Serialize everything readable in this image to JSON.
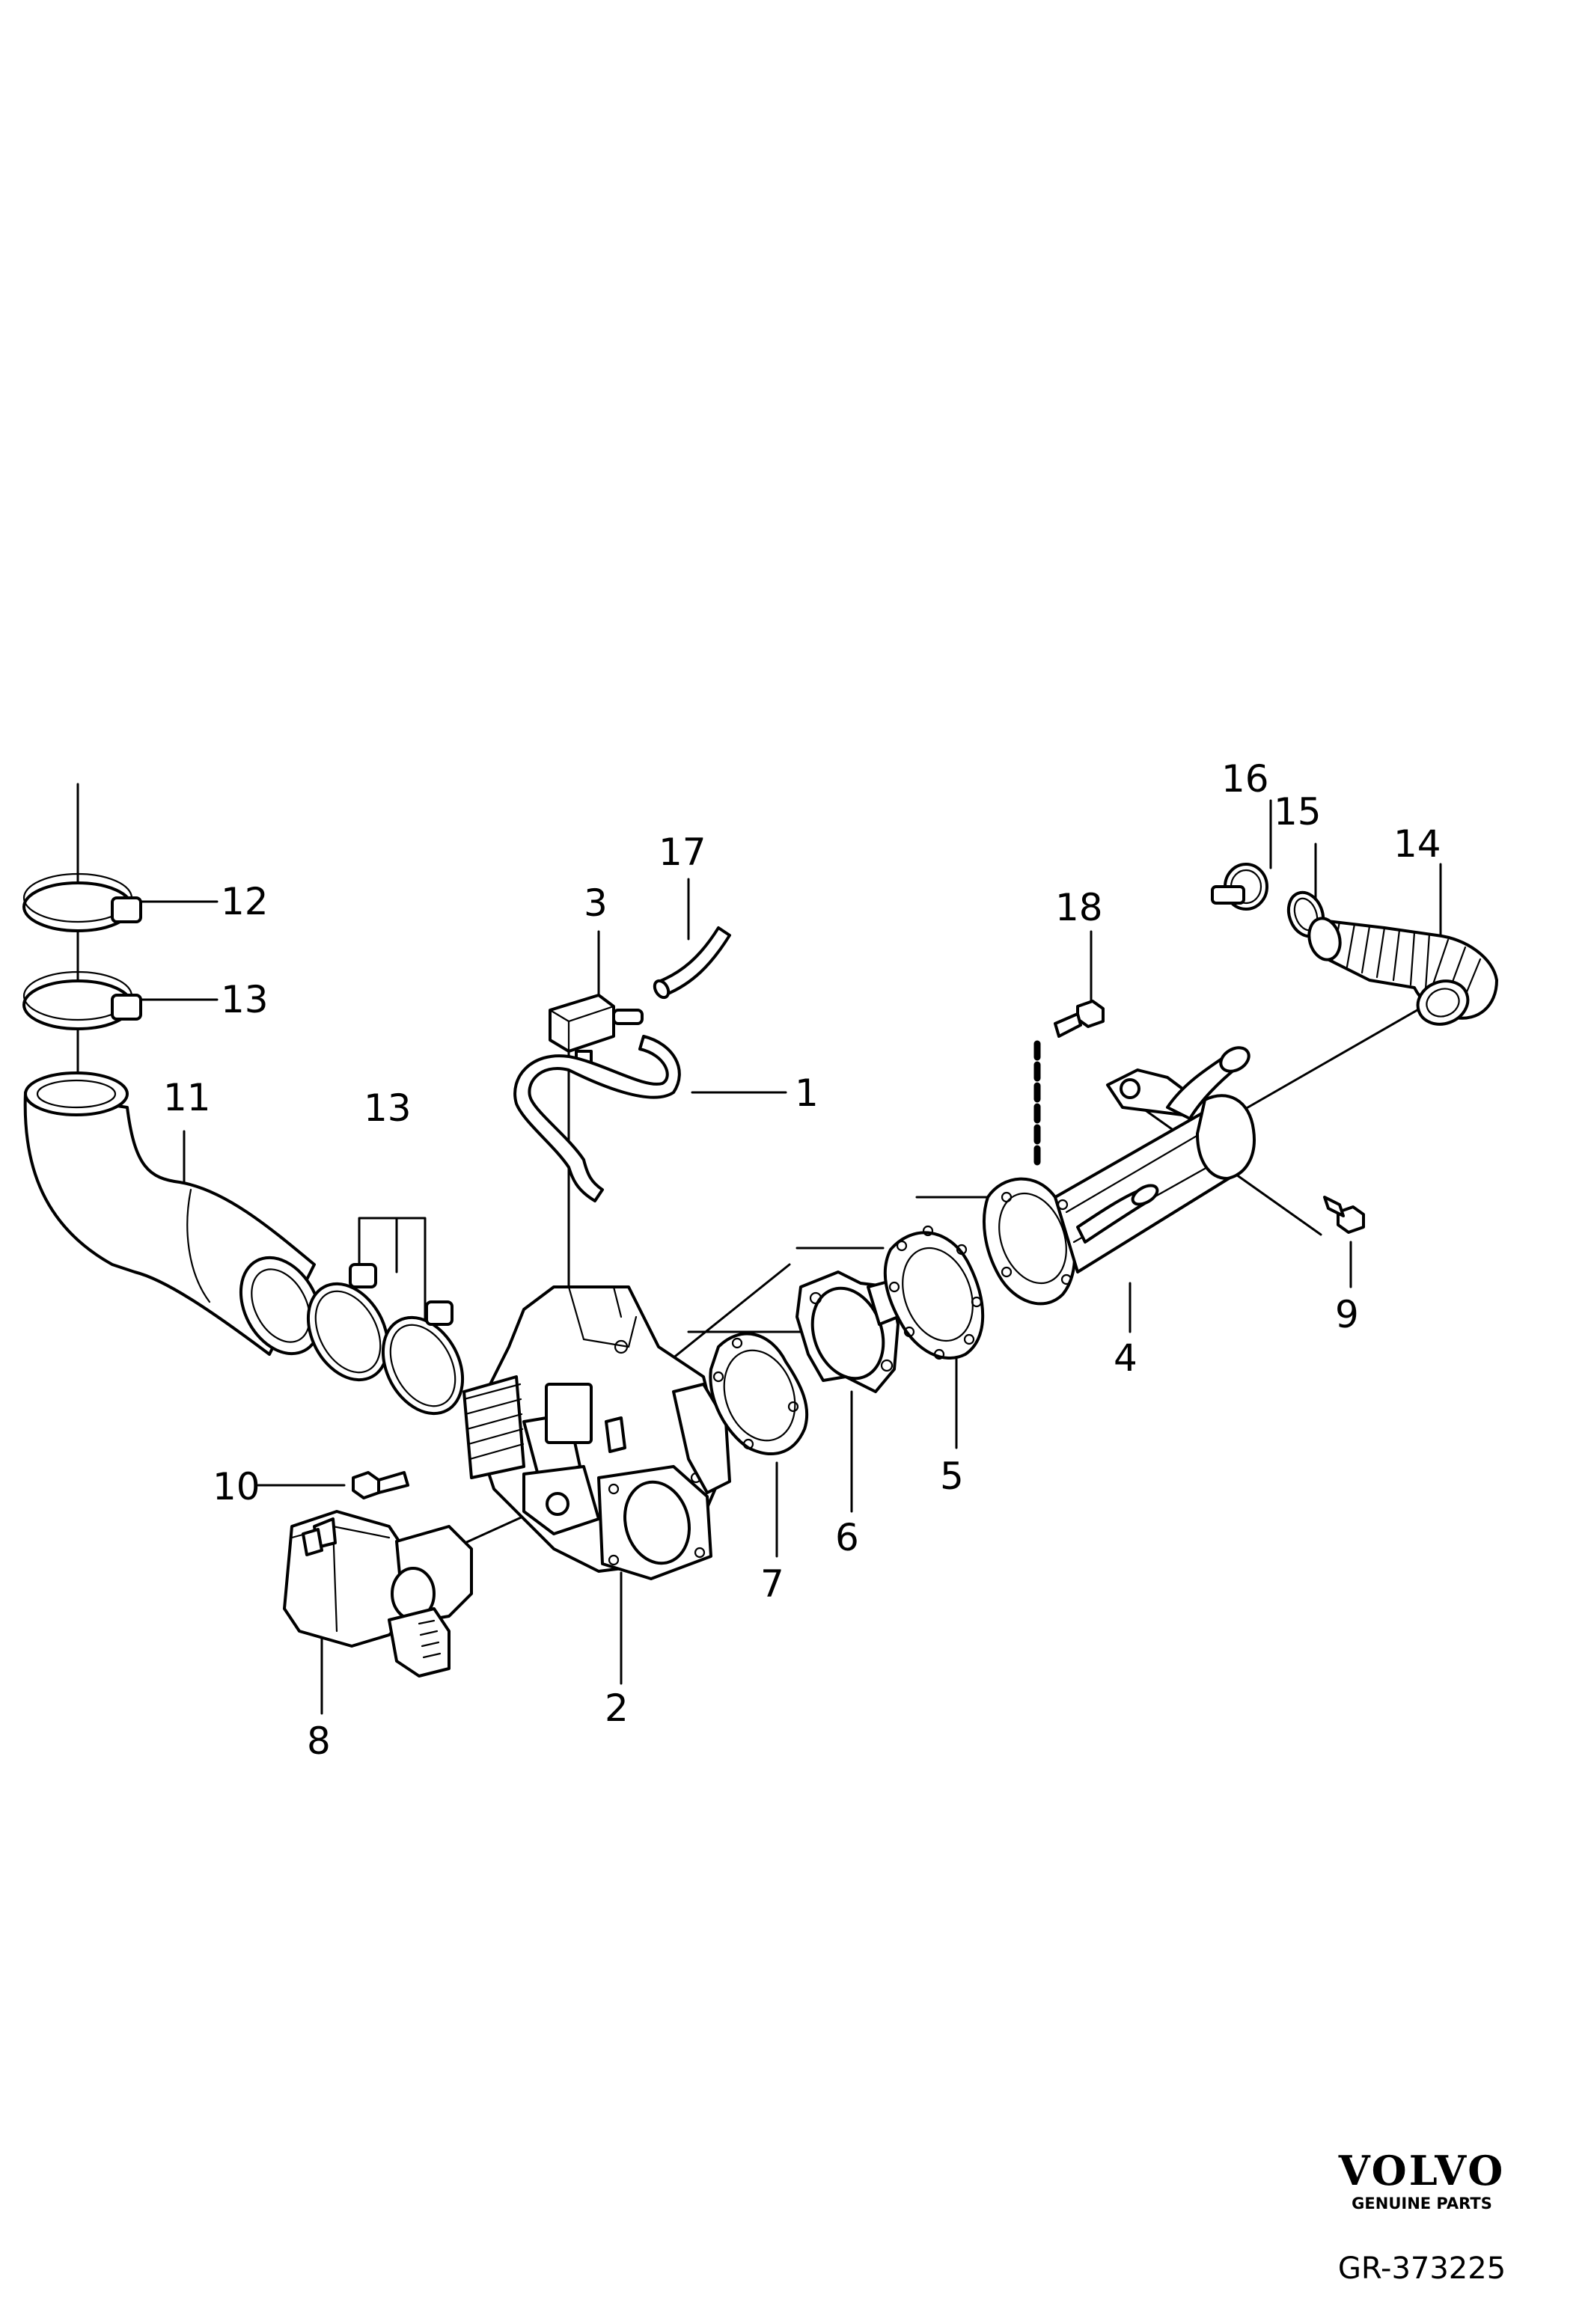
{
  "callouts": {
    "c1": "1",
    "c2": "2",
    "c3": "3",
    "c4": "4",
    "c5": "5",
    "c6": "6",
    "c7": "7",
    "c8": "8",
    "c9": "9",
    "c10": "10",
    "c11": "11",
    "c12": "12",
    "c13a": "13",
    "c13b": "13",
    "c14": "14",
    "c15": "15",
    "c16": "16",
    "c17": "17",
    "c18": "18"
  },
  "logo": {
    "brand": "VOLVO",
    "tagline": "GENUINE PARTS"
  },
  "reference": "GR-373225"
}
